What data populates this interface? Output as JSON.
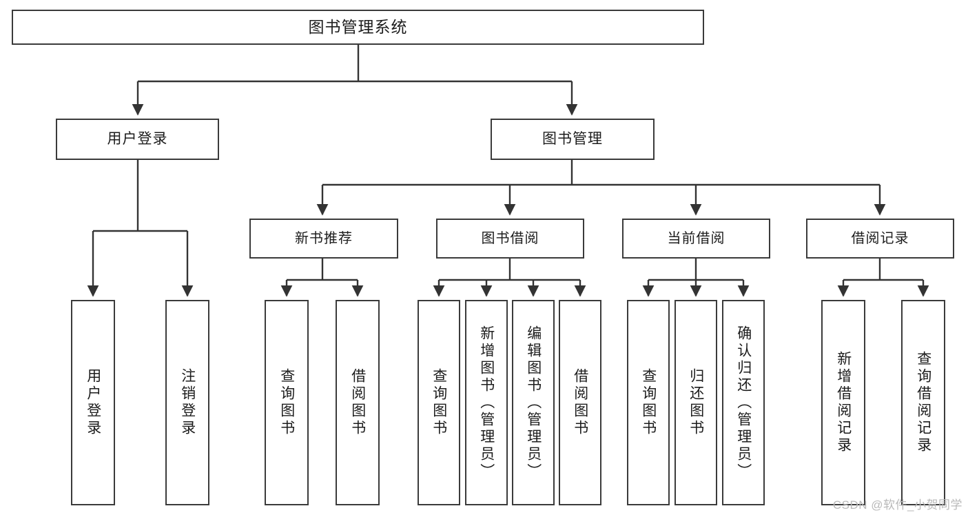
{
  "diagram": {
    "title": "图书管理系统",
    "type": "tree-hierarchy-functional-structure",
    "watermark": "CSDN @软件_小贺同学",
    "colors": {
      "box_border": "#3a3a3a",
      "box_fill": "#ffffff",
      "edge": "#333333",
      "text": "#1c1c1c",
      "watermark": "#b9b9b9",
      "background": "#ffffff"
    },
    "root": {
      "label": "图书管理系统"
    },
    "level2": [
      {
        "label": "用户登录"
      },
      {
        "label": "图书管理"
      }
    ],
    "level3": [
      {
        "label": "新书推荐"
      },
      {
        "label": "图书借阅"
      },
      {
        "label": "当前借阅"
      },
      {
        "label": "借阅记录"
      }
    ],
    "leaves": {
      "user_login": [
        {
          "label": "用户登录"
        },
        {
          "label": "注销登录"
        }
      ],
      "new_book_recommend": [
        {
          "label": "查询图书"
        },
        {
          "label": "借阅图书"
        }
      ],
      "book_borrow": [
        {
          "label": "查询图书"
        },
        {
          "label": "新增图书（管理员）"
        },
        {
          "label": "编辑图书（管理员）"
        },
        {
          "label": "借阅图书"
        }
      ],
      "current_borrow": [
        {
          "label": "查询图书"
        },
        {
          "label": "归还图书"
        },
        {
          "label": "确认归还（管理员）"
        }
      ],
      "borrow_record": [
        {
          "label": "新增借阅记录"
        },
        {
          "label": "查询借阅记录"
        }
      ]
    }
  }
}
